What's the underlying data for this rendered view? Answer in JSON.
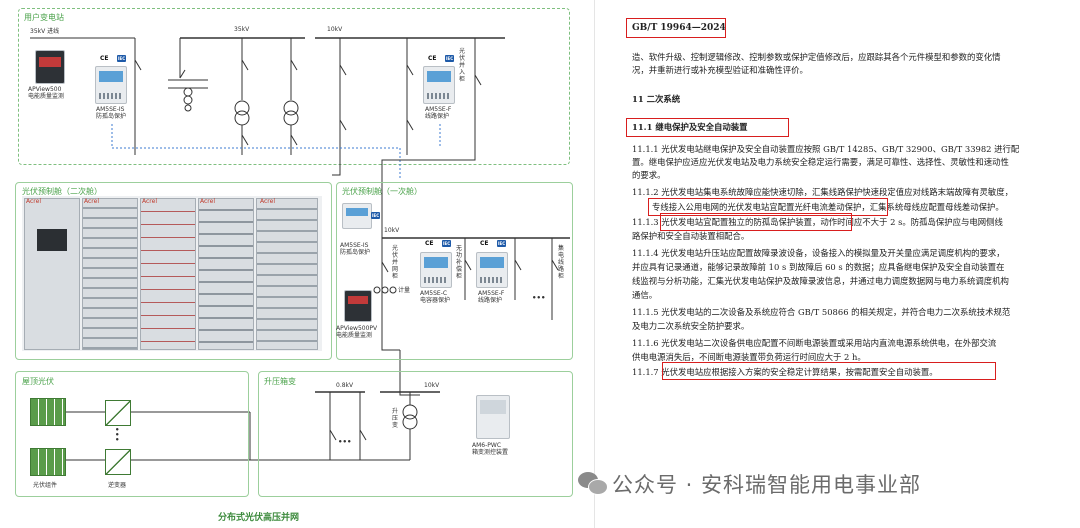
{
  "diagram": {
    "title": "分布式光伏高压并网",
    "substation": {
      "label": "用户变电站",
      "incoming": "35kV 进线",
      "bus_35kv": "35kV",
      "bus_10kv": "10kV",
      "apview_label": "APView500\n电能质量监测",
      "am5se_is_label": "AM5SE-IS\n防孤岛保护",
      "am5se_f_label": "AM5SE-F\n线路保护",
      "pv_incoming": "光\n伏\n并\n入\n柜"
    },
    "secondary_cabinet": {
      "label": "光伏预制舱（二次舱）",
      "brand": "Acrel"
    },
    "primary_cabinet": {
      "label": "光伏预制舱（一次舱）",
      "am5se_is_label": "AM5SE-IS\n防孤岛保护",
      "apview_label": "APView500PV\n电能质量监测",
      "bus": "10kV",
      "pv_grid_cabinet": "光\n伏\n并\n网\n柜",
      "meter": "计量",
      "cap_cabinet": "无\n功\n补\n偿\n柜",
      "am5se_c_label": "AM5SE-C\n电容器保护",
      "am5se_f_label": "AM5SE-F\n线路保护",
      "collect_cabinet": "集\n电\n线\n路\n柜"
    },
    "rooftop": {
      "label": "屋顶光伏",
      "module_label": "光伏组件",
      "inverter_label": "逆变器"
    },
    "boost": {
      "label": "升压箱变",
      "low_bus": "0.8kV",
      "high_bus": "10kV",
      "transformer_label": "升\n压\n变",
      "am6_label": "AM6-PWC\n箱变测控装置"
    },
    "ce": "CE",
    "iec": "IEC"
  },
  "document": {
    "standard": "GB/T 19964—2024",
    "lines": [
      "造、软件升级、控制逻辑修改、控制参数或保护定值修改后，应跟踪其各个元件模型和参数的变化情",
      "况，并重新进行或补充模型验证和准确性评价。",
      "11   二次系统",
      "11.1   继电保护及安全自动装置",
      "11.1.1   光伏发电站继电保护及安全自动装置应按照 GB/T 14285、GB/T 32900、GB/T 33982 进行配",
      "置。继电保护应适应光伏发电站及电力系统安全稳定运行需要，满足可靠性、选择性、灵敏性和速动性",
      "的要求。",
      "11.1.2   光伏发电站集电系统故障应能快速切除，汇集线路保护快速段定值应对线路末端故障有灵敏度，",
      "专线接入公用电网的光伏发电站宜配置光纤电流差动保护，汇集系统母线应配置母线差动保护。",
      "11.1.3   光伏发电站宜配置独立的防孤岛保护装置，动作时间应不大于 2 s。防孤岛保护应与电网侧线",
      "路保护和安全自动装置相配合。",
      "11.1.4   光伏发电站升压站应配置故障录波设备，设备接入的模拟量及开关量应满足调度机构的要求，",
      "并应具有记录通道，能够记录故障前 10 s 到故障后 60 s 的数据；应具备继电保护及安全自动装置在",
      "线监视与分析功能，汇集光伏发电站保护及故障录波信息，并通过电力调度数据网与电力系统调度机构",
      "通信。",
      "11.1.5   光伏发电站的二次设备及系统应符合 GB/T 50866 的相关规定，并符合电力二次系统技术规范",
      "及电力二次系统安全防护要求。",
      "11.1.6   光伏发电站二次设备供电应配置不间断电源装置或采用站内直流电源系统供电，在外部交流",
      "供电电源消失后，不间断电源装置带负荷运行时间应大于 2 h。",
      "11.1.7   光伏发电站应根据接入方案的安全稳定计算结果，按需配置安全自动装置。"
    ]
  },
  "watermark": "公众号 · 安科瑞智能用电事业部"
}
